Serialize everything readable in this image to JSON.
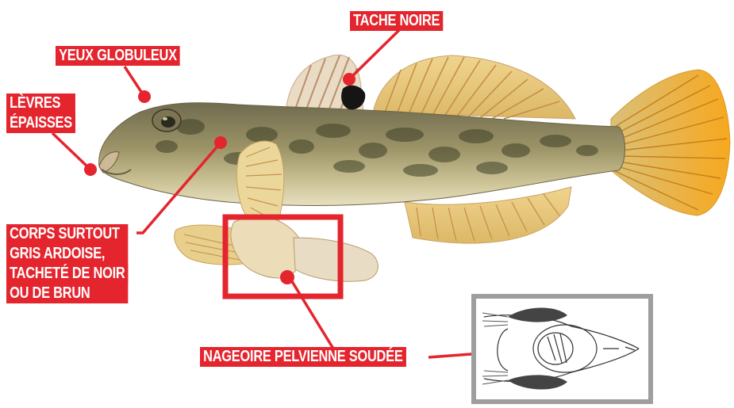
{
  "labels": {
    "tache_noire": "TACHE NOIRE",
    "yeux": "YEUX GLOBULEUX",
    "levres": [
      "LÈVRES",
      "ÉPAISSES"
    ],
    "corps": [
      "CORPS SURTOUT",
      "GRIS ARDOISE,",
      "TACHETÉ DE NOIR",
      "OU DE BRUN"
    ],
    "nageoire": "NAGEOIRE PELVIENNE SOUDÉE"
  },
  "colors": {
    "accent": "#e4252e",
    "fish_body": "#a9a072",
    "fins": "#e8c46a",
    "tail": "#f2b63a",
    "inset_frame": "#9e9e9e"
  }
}
